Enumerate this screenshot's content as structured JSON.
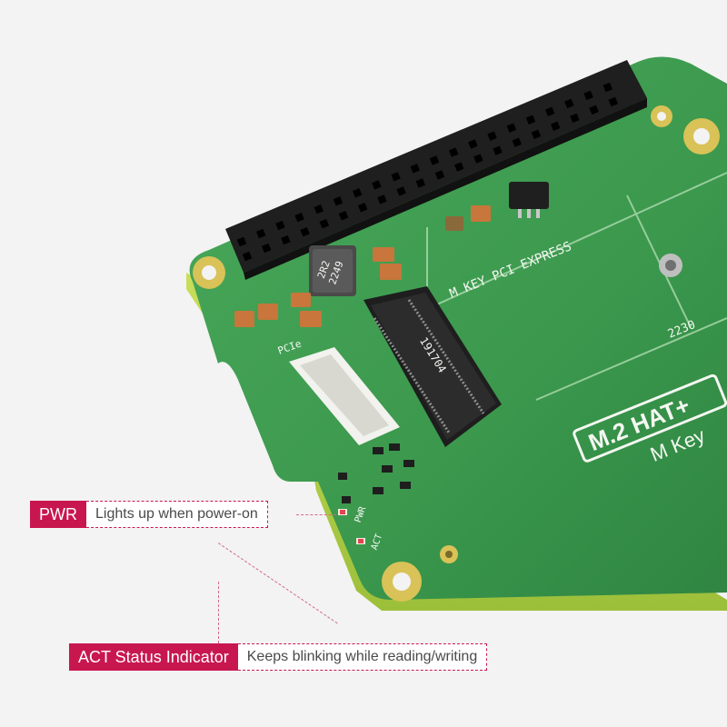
{
  "board": {
    "pcie_label": "PCIe",
    "slot_label": "M KEY PCI EXPRESS",
    "size_label": "2230",
    "connector_marking": "191704",
    "inductor_marking_1": "2R2",
    "inductor_marking_2": "2249",
    "product_badge": "M.2 HAT+",
    "product_sub": "M Key",
    "pwr_silk": "PWR",
    "act_silk": "ACT"
  },
  "callouts": {
    "pwr": {
      "title": "PWR",
      "description": "Lights up when power-on"
    },
    "act": {
      "title": "ACT Status Indicator",
      "description": "Keeps blinking while reading/writing"
    }
  },
  "colors": {
    "pcb_green": "#3c9a4e",
    "accent": "#c8174f",
    "background": "#f3f3f3"
  }
}
